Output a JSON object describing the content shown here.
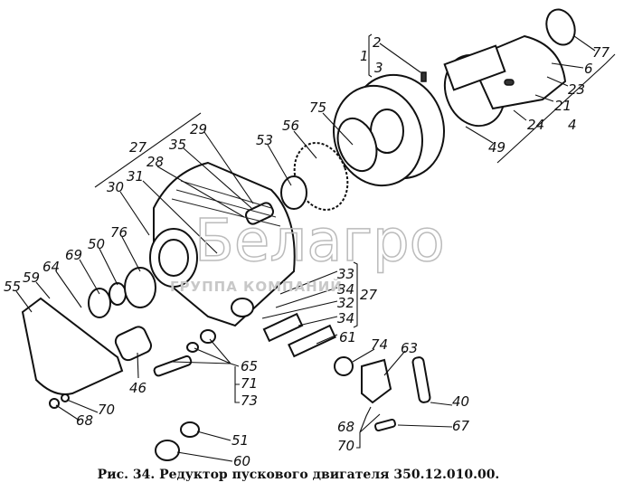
{
  "caption": "Рис. 34. Редуктор пускового двигателя 350.12.010.00.",
  "watermark": {
    "brand": "Белагро",
    "subtitle": "ГРУППА КОМПАНИЙ"
  },
  "labels": [
    "2",
    "1",
    "3",
    "77",
    "6",
    "23",
    "21",
    "24",
    "4",
    "49",
    "75",
    "56",
    "53",
    "29",
    "35",
    "27",
    "28",
    "31",
    "30",
    "76",
    "50",
    "69",
    "64",
    "59",
    "55",
    "33",
    "34",
    "27",
    "32",
    "34",
    "61",
    "74",
    "63",
    "40",
    "67",
    "65",
    "71",
    "73",
    "46",
    "70",
    "68",
    "68",
    "70",
    "51",
    "60"
  ]
}
